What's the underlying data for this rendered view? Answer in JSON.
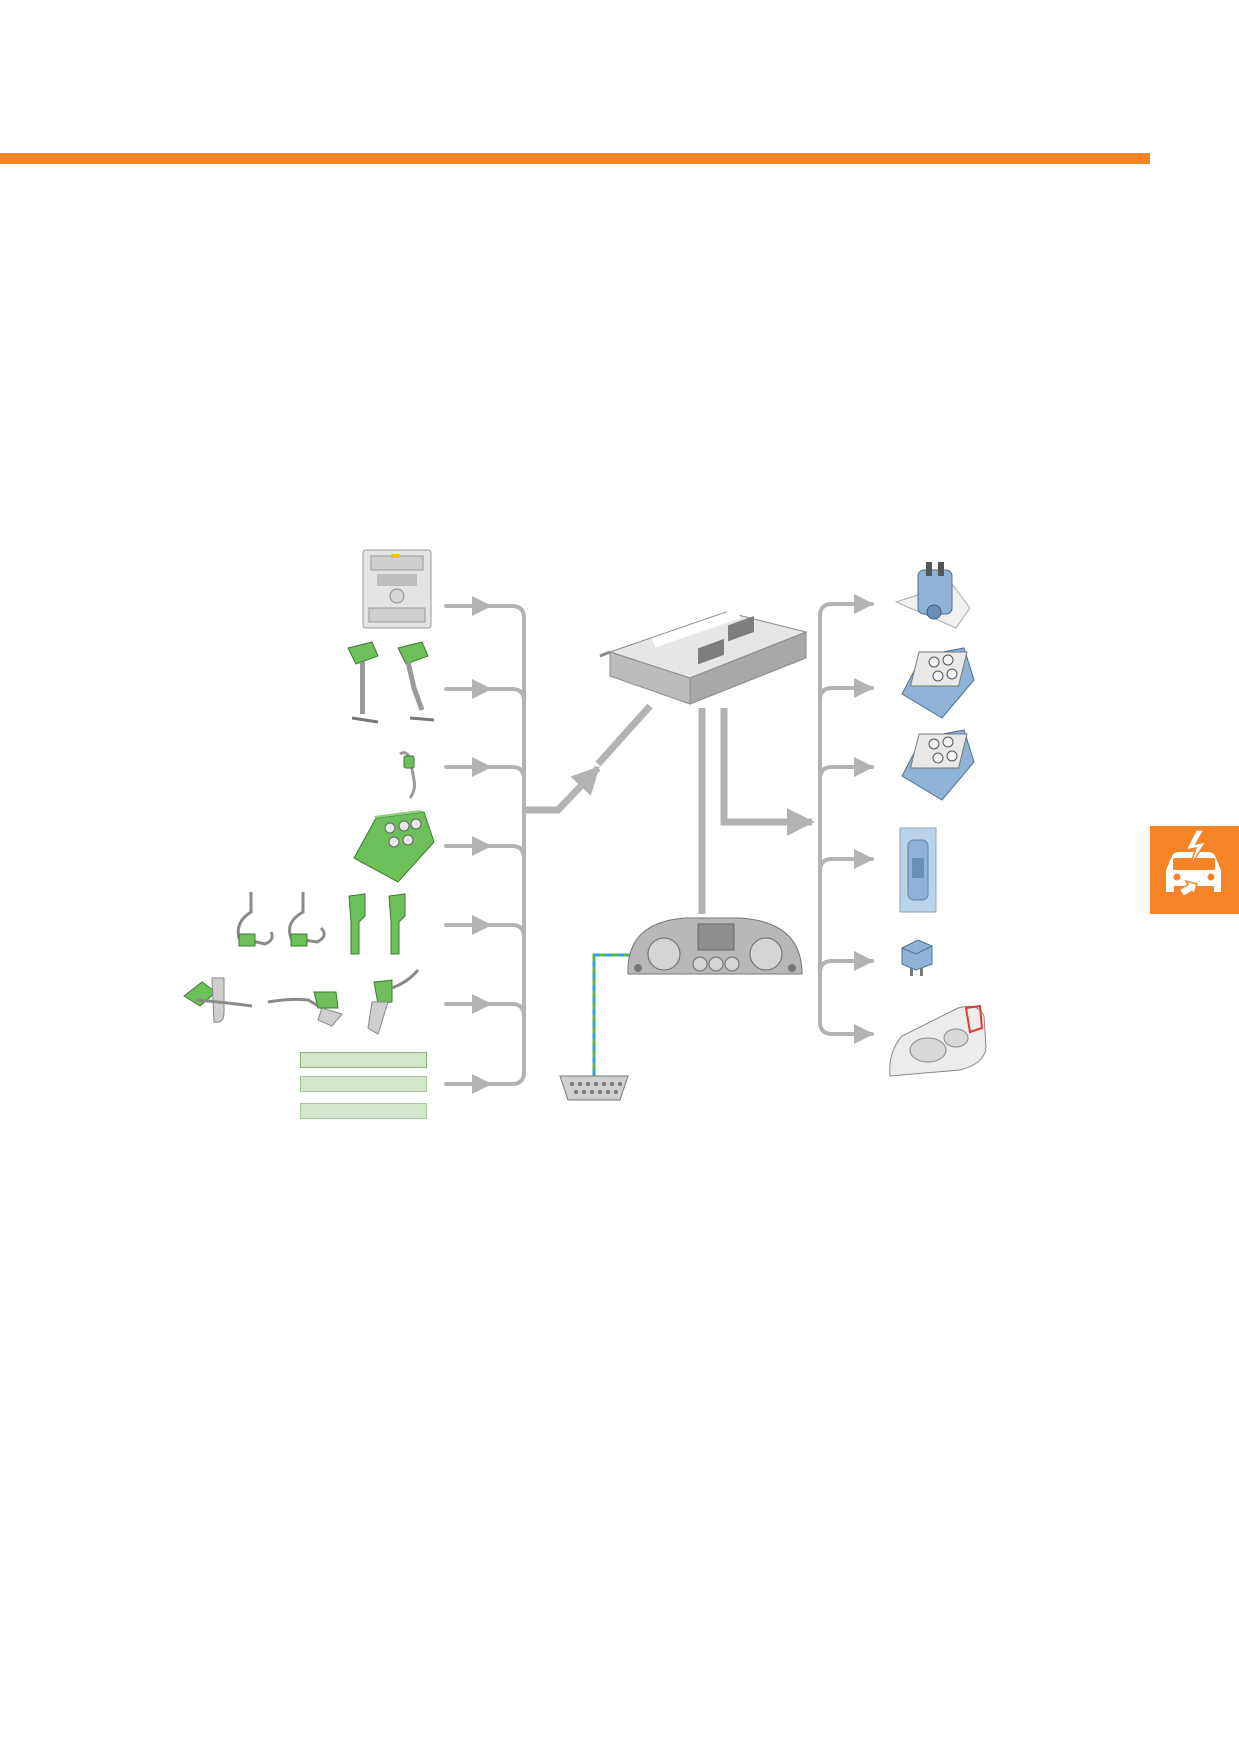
{
  "colors": {
    "accent_orange": "#f58426",
    "wire_gray": "#b3b3b3",
    "component_green": "#6dbf5a",
    "component_light_green": "#d3e6cc",
    "component_blue": "#8fb3d6",
    "bus_blue": "#2aa4d8",
    "bus_green": "#58b84b"
  },
  "header": {
    "accent_bar": "orange-rule"
  },
  "side_tab": {
    "icon": "car-electrical-icon"
  },
  "inputs": [
    {
      "id": "control-panel",
      "icon": "climate-control-panel-icon"
    },
    {
      "id": "level-sensors-front",
      "icon": "vehicle-level-sensor-icon"
    },
    {
      "id": "small-sensor",
      "icon": "sensor-with-cable-icon"
    },
    {
      "id": "green-module",
      "icon": "control-unit-module-icon"
    },
    {
      "id": "level-sensors-rear",
      "icon": "level-sensor-pair-icon"
    },
    {
      "id": "speed-sensors",
      "icon": "wheel-speed-sensor-icon"
    },
    {
      "id": "signal-boxes",
      "icon": "signal-input-boxes"
    }
  ],
  "signal_boxes": [
    "",
    "",
    ""
  ],
  "center": {
    "ecu": "electronic-control-unit-icon",
    "instrument_cluster": "instrument-cluster-icon",
    "diagnostic_connector": "diagnostic-connector-icon"
  },
  "outputs": [
    {
      "id": "headlight-motor",
      "icon": "actuator-motor-icon"
    },
    {
      "id": "module-1",
      "icon": "control-unit-blue-icon"
    },
    {
      "id": "module-2",
      "icon": "control-unit-blue-icon"
    },
    {
      "id": "lamp",
      "icon": "gas-discharge-bulb-icon"
    },
    {
      "id": "relay",
      "icon": "relay-icon"
    },
    {
      "id": "headlight",
      "icon": "headlight-icon"
    }
  ]
}
